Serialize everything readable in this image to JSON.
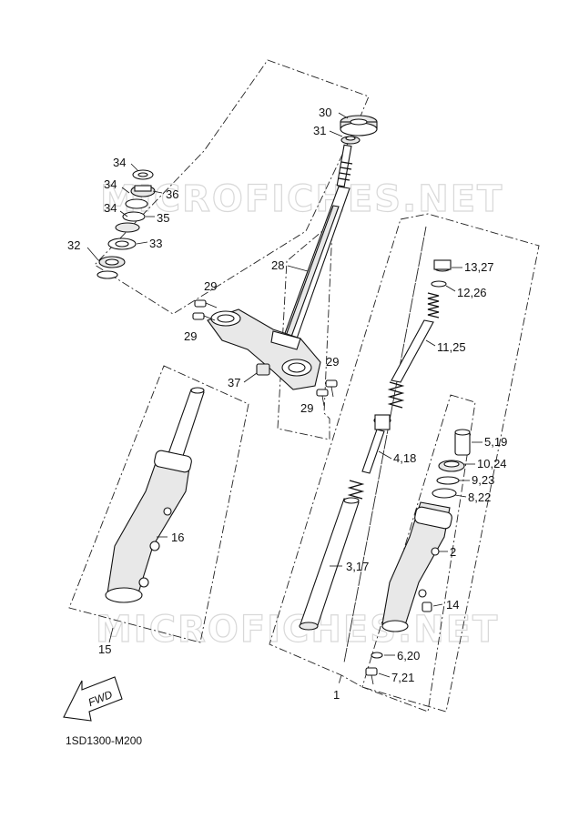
{
  "watermark": "MICROFICHES.NET",
  "diagram_code": "1SD1300-M200",
  "fwd_label": "FWD",
  "callouts": {
    "c30": "30",
    "c31": "31",
    "c34a": "34",
    "c34b": "34",
    "c34c": "34",
    "c36": "36",
    "c35": "35",
    "c32": "32",
    "c33": "33",
    "c28": "28",
    "c29a": "29",
    "c29b": "29",
    "c29c": "29",
    "c29d": "29",
    "c37": "37",
    "c13_27": "13,27",
    "c12_26": "12,26",
    "c11_25": "11,25",
    "c4_18": "4,18",
    "c5_19": "5,19",
    "c10_24": "10,24",
    "c9_23": "9,23",
    "c8_22": "8,22",
    "c2": "2",
    "c16": "16",
    "c3_17": "3,17",
    "c14": "14",
    "c15": "15",
    "c6_20": "6,20",
    "c7_21": "7,21",
    "c1": "1"
  }
}
